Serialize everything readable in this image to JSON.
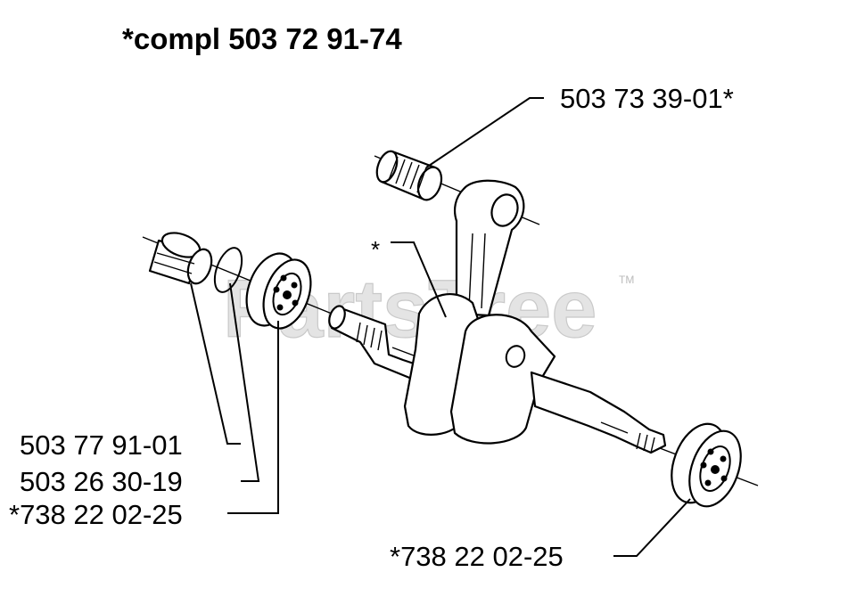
{
  "title": "*compl 503 72 91-74",
  "watermark": "PartsTree",
  "watermark_mark": "TM",
  "labels": {
    "needle_bearing": "503 73 39-01*",
    "crank_star": "*",
    "sleeve": "503 77 91-01",
    "ring": "503 26 30-19",
    "bearing_left": "*738 22 02-25",
    "bearing_right": "*738 22 02-25"
  }
}
